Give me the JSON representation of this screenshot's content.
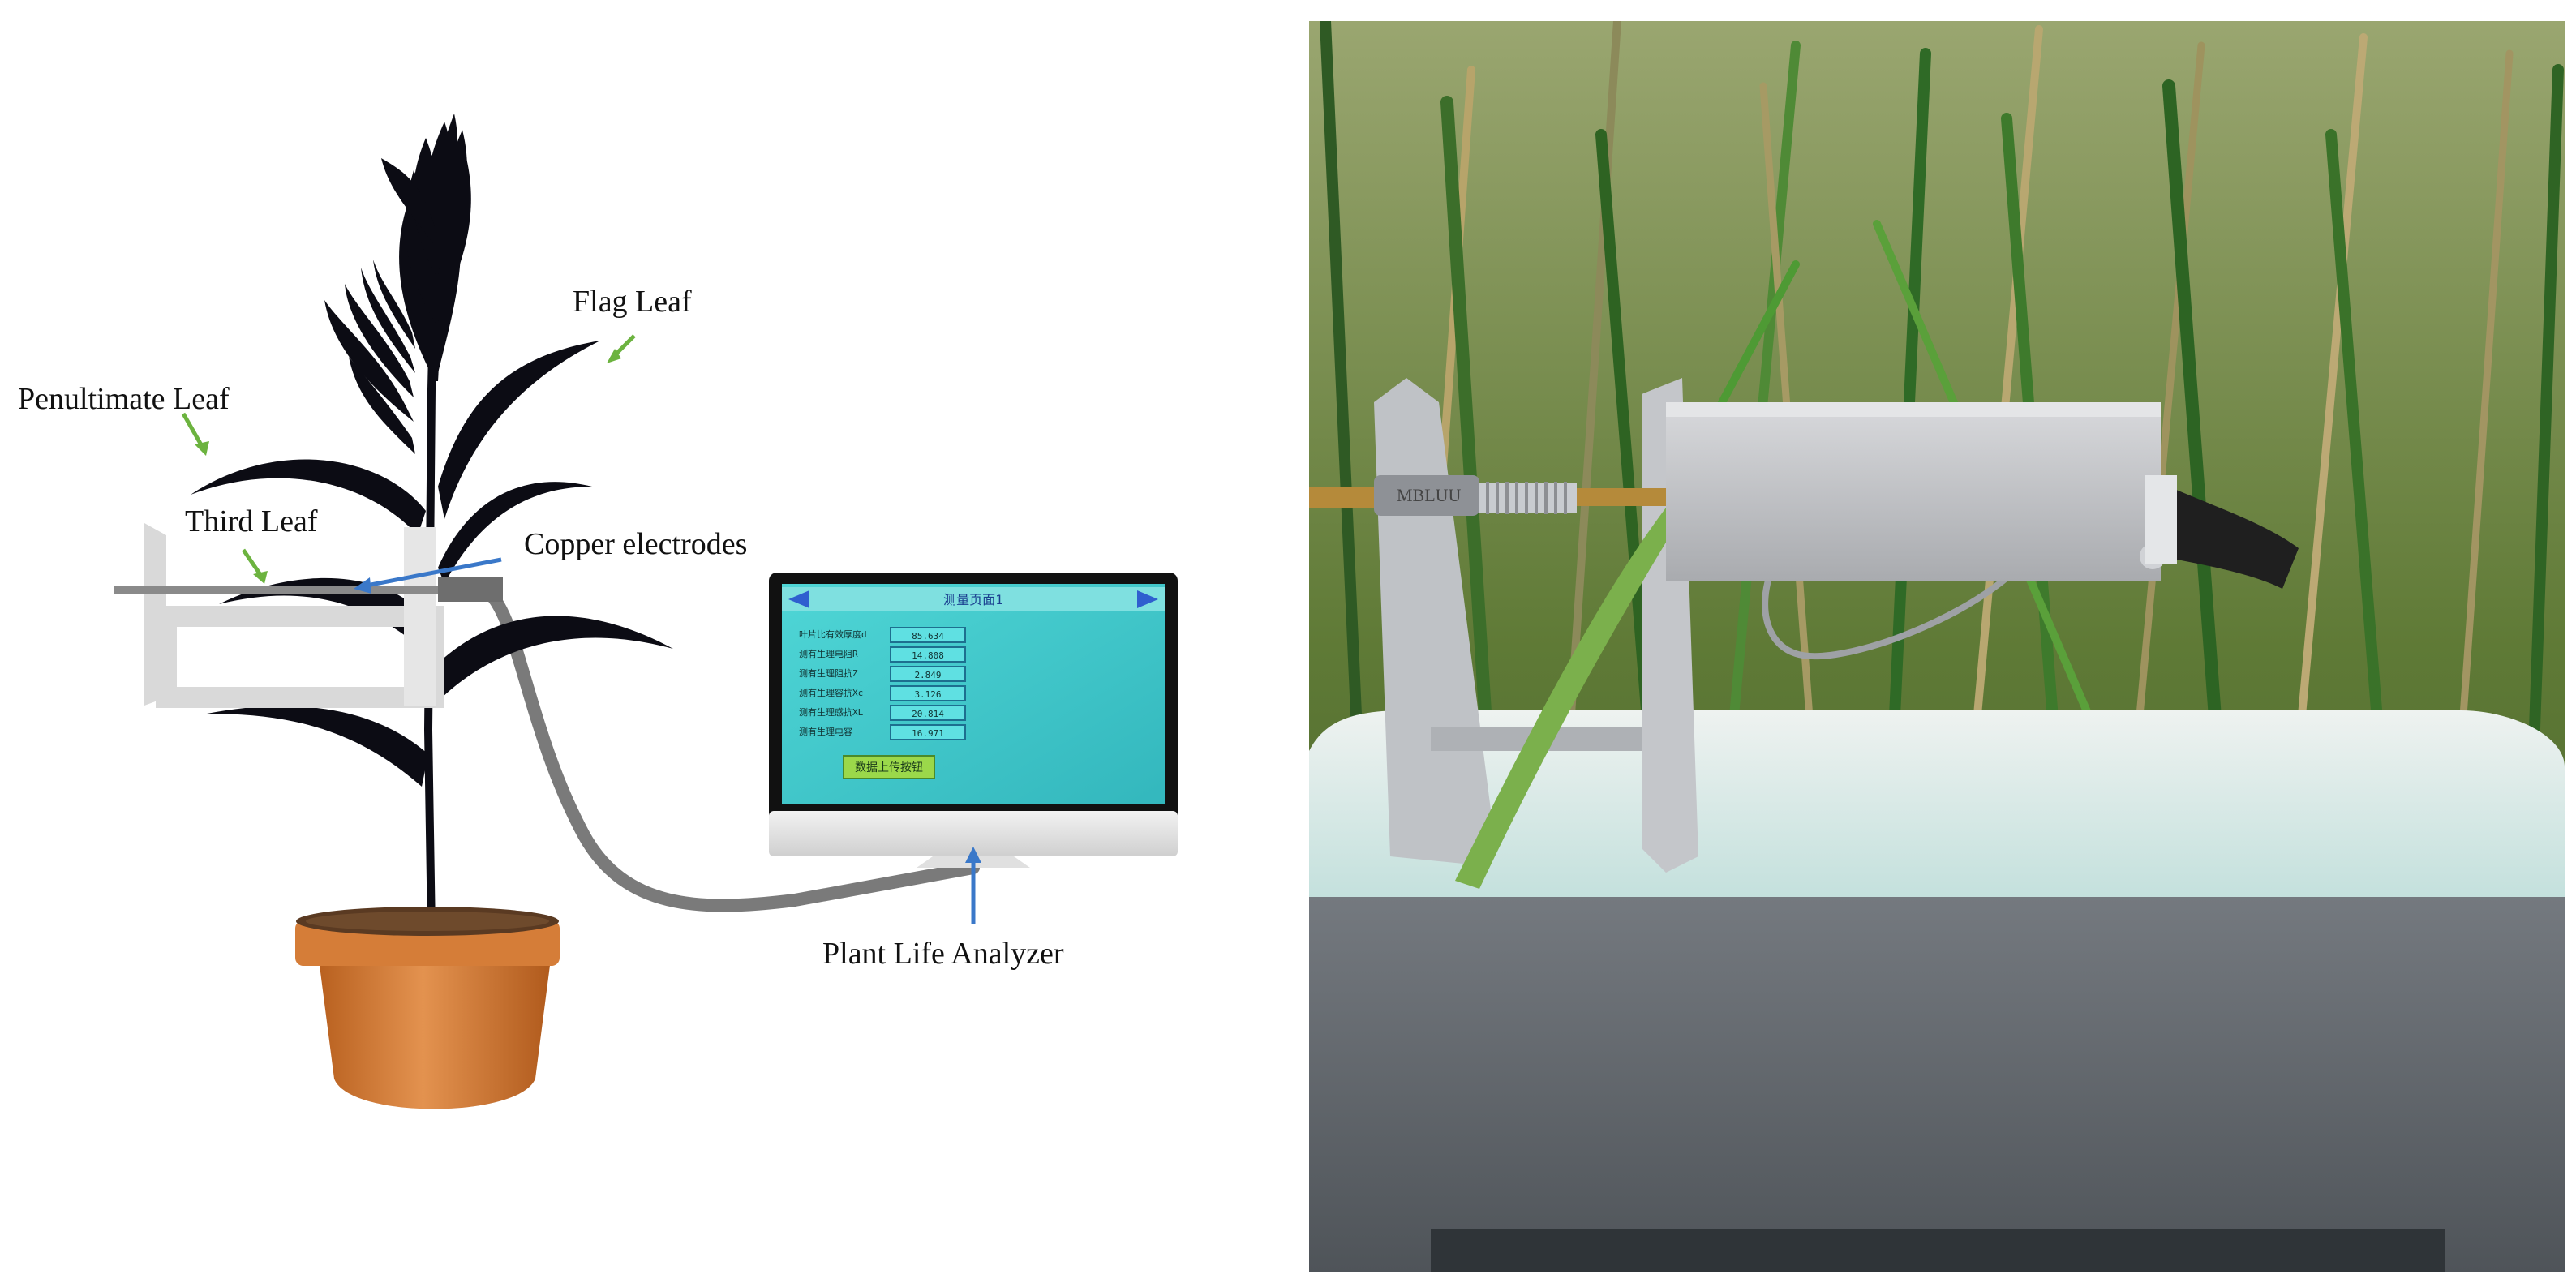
{
  "diagram": {
    "labels": {
      "flag_leaf": "Flag Leaf",
      "penultimate_leaf": "Penultimate Leaf",
      "third_leaf": "Third Leaf",
      "copper_electrodes": "Copper electrodes",
      "analyzer": "Plant Life Analyzer"
    },
    "monitor": {
      "header_text": "测量页面1",
      "rows": [
        {
          "label": "叶片比有效厚度d",
          "value": "85.634"
        },
        {
          "label": "测有生理电阻R",
          "value": "14.808"
        },
        {
          "label": "测有生理阻抗Z",
          "value": "2.849"
        },
        {
          "label": "测有生理容抗Xc",
          "value": "3.126"
        },
        {
          "label": "测有生理感抗XL",
          "value": "20.814"
        },
        {
          "label": "测有生理电容",
          "value": "16.971"
        }
      ],
      "button": "数据上传按钮"
    },
    "colors": {
      "arrow_green": "#6cb33f",
      "arrow_blue": "#3a78c9",
      "pot": "#d27a35",
      "screen": "#3fc9c9"
    }
  },
  "photo": {
    "probe_label": "MBLUU"
  }
}
